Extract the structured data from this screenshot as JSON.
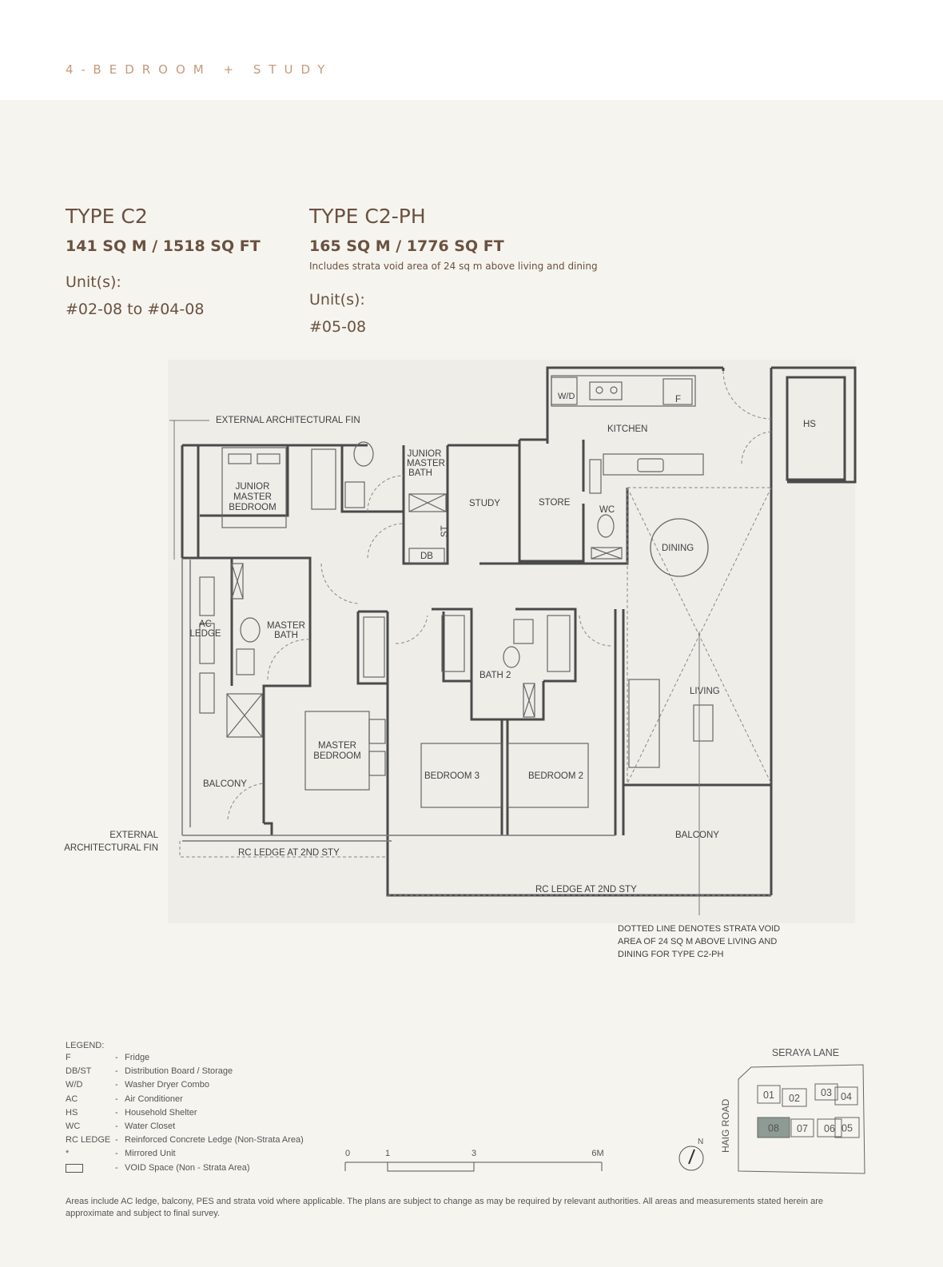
{
  "header": {
    "kicker": "4-BEDROOM + STUDY"
  },
  "type_c2": {
    "title": "TYPE C2",
    "area": "141 SQ M / 1518 SQ FT",
    "units_label": "Unit(s):",
    "units_value": "#02-08 to #04-08"
  },
  "type_c2ph": {
    "title": "TYPE C2-PH",
    "area": "165 SQ M / 1776 SQ FT",
    "note": "Includes strata void area of 24 sq m above living and dining",
    "units_label": "Unit(s):",
    "units_value": "#05-08"
  },
  "plan": {
    "fin_top": "EXTERNAL ARCHITECTURAL FIN",
    "fin_bottom_1": "EXTERNAL",
    "fin_bottom_2": "ARCHITECTURAL FIN",
    "wd": "W/D",
    "fridge": "F",
    "kitchen": "KITCHEN",
    "hs": "HS",
    "jm_bed_1": "JUNIOR",
    "jm_bed_2": "MASTER",
    "jm_bed_3": "BEDROOM",
    "jm_bath_1": "JUNIOR",
    "jm_bath_2": "MASTER",
    "jm_bath_3": "BATH",
    "study": "STUDY",
    "store": "STORE",
    "wc": "WC",
    "st": "ST",
    "db": "DB",
    "dining": "DINING",
    "ac_1": "AC",
    "ac_2": "LEDGE",
    "mbath_1": "MASTER",
    "mbath_2": "BATH",
    "bath2": "BATH 2",
    "living": "LIVING",
    "mbed_1": "MASTER",
    "mbed_2": "BEDROOM",
    "bed3": "BEDROOM 3",
    "bed2": "BEDROOM 2",
    "balcony_left": "BALCONY",
    "balcony_right": "BALCONY",
    "rc_left": "RC LEDGE AT 2ND STY",
    "rc_right": "RC LEDGE AT 2ND STY",
    "void_note_1": "DOTTED LINE DENOTES STRATA VOID",
    "void_note_2": "AREA OF 24 SQ M ABOVE LIVING AND",
    "void_note_3": "DINING FOR TYPE C2-PH"
  },
  "legend": {
    "title": "LEGEND:",
    "items": [
      {
        "key": "F",
        "desc": "Fridge"
      },
      {
        "key": "DB/ST",
        "desc": "Distribution Board / Storage"
      },
      {
        "key": "W/D",
        "desc": "Washer Dryer Combo"
      },
      {
        "key": "AC",
        "desc": "Air Conditioner"
      },
      {
        "key": "HS",
        "desc": "Household Shelter"
      },
      {
        "key": "WC",
        "desc": "Water Closet"
      },
      {
        "key": "RC LEDGE",
        "desc": "Reinforced Concrete Ledge (Non-Strata Area)"
      },
      {
        "key": "*",
        "desc": "Mirrored Unit"
      },
      {
        "key": "",
        "desc": "VOID Space (Non - Strata Area)"
      }
    ]
  },
  "scale": {
    "t0": "0",
    "t1": "1",
    "t3": "3",
    "t6": "6M"
  },
  "keyplan": {
    "north": "N",
    "road_top": "SERAYA LANE",
    "road_side": "HAIG ROAD",
    "units": [
      "01",
      "02",
      "03",
      "04",
      "08",
      "07",
      "06",
      "05"
    ],
    "highlight": "08",
    "highlight_color": "#8e9a94"
  },
  "footer": "Areas include AC ledge, balcony, PES and strata void where applicable. The plans are subject to change as may be required by relevant authorities. All areas and measurements stated herein are approximate and subject to final survey.",
  "colors": {
    "accent": "#c49a7a",
    "heading": "#6a5140",
    "plan_line": "#4a4a4a"
  }
}
